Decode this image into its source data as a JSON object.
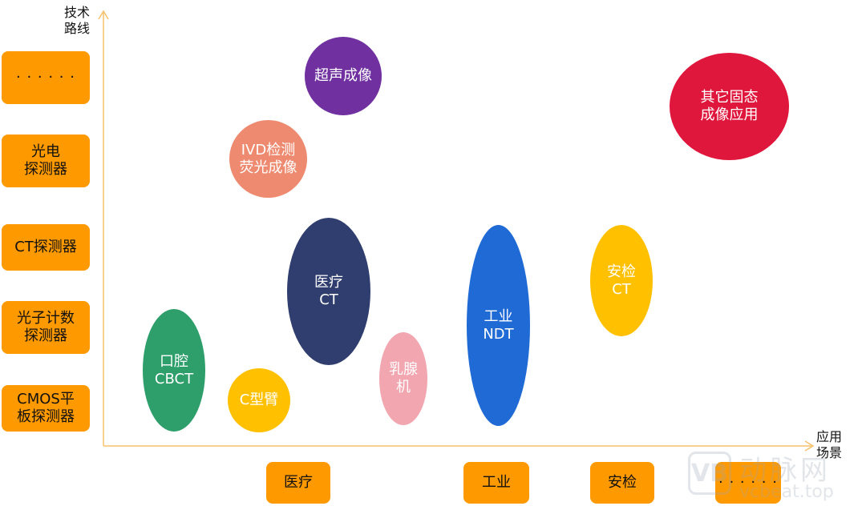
{
  "axes": {
    "y_title": "技术\n路线",
    "x_title": "应用\n场景",
    "color": "#f5c16c"
  },
  "y_categories": [
    {
      "label": "· · · · · ·"
    },
    {
      "label": "光电\n探测器"
    },
    {
      "label": "CT探测器"
    },
    {
      "label": "光子计数\n探测器"
    },
    {
      "label": "CMOS平\n板探测器"
    }
  ],
  "x_categories": [
    {
      "label": "医疗"
    },
    {
      "label": "工业"
    },
    {
      "label": "安检"
    },
    {
      "label": "· · · · · ·"
    }
  ],
  "bubbles": [
    {
      "label": "超声成像",
      "color": "#7030a0",
      "text_color": "#ffffff"
    },
    {
      "label": "其它固态\n成像应用",
      "color": "#e0173c",
      "text_color": "#ffffff"
    },
    {
      "label": "IVD检测\n荧光成像",
      "color": "#ee8a6f",
      "text_color": "#ffffff"
    },
    {
      "label": "医疗\nCT",
      "color": "#2f3e6e",
      "text_color": "#ffffff"
    },
    {
      "label": "工业\nNDT",
      "color": "#1f6ad4",
      "text_color": "#ffffff"
    },
    {
      "label": "安检\nCT",
      "color": "#ffc000",
      "text_color": "#ffffff"
    },
    {
      "label": "口腔\nCBCT",
      "color": "#2e9e6b",
      "text_color": "#ffffff"
    },
    {
      "label": "C型臂",
      "color": "#ffc000",
      "text_color": "#ffffff"
    },
    {
      "label": "乳腺\n机",
      "color": "#f2a6b0",
      "text_color": "#ffffff"
    }
  ],
  "watermark": {
    "logo_text": "VB",
    "text_cn": "动脉网",
    "text_en": "vcbeat.top"
  }
}
